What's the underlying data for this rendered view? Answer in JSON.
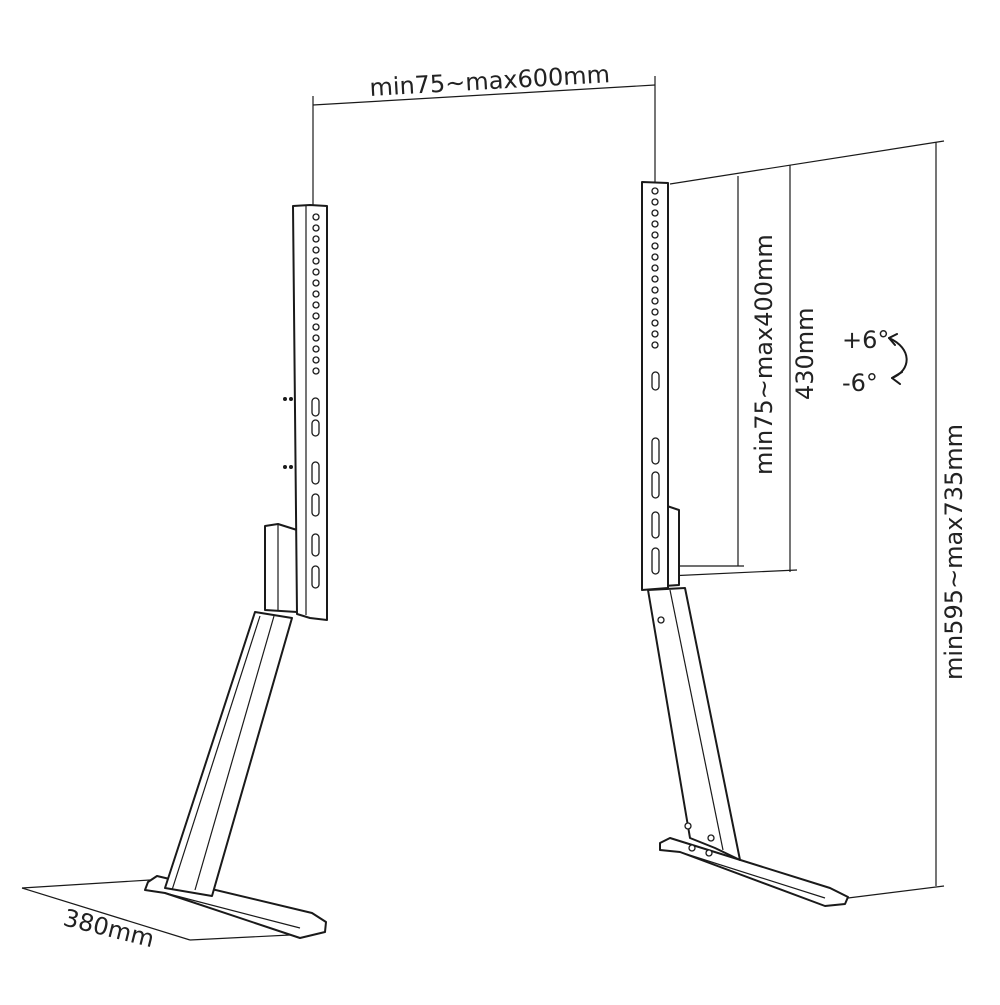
{
  "dimensions": {
    "vesa_width": "min75~max600mm",
    "vesa_height": "min75~max400mm",
    "bracket_height": "430mm",
    "overall_height": "min595~max735mm",
    "base_depth": "380mm",
    "tilt_up": "+6°",
    "tilt_down": "-6°"
  }
}
